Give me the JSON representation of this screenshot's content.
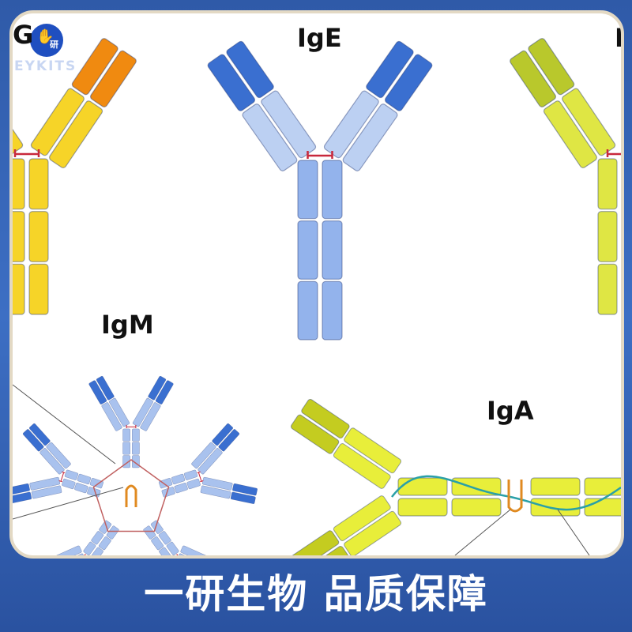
{
  "labels": {
    "igg_partial": "G",
    "ige": "IgE",
    "igm": "IgM",
    "iga": "IgA",
    "right_partial": "I"
  },
  "logo": {
    "chinese": "研",
    "latin": "EYKITS"
  },
  "footer": {
    "slogan": "一研生物 品质保障"
  },
  "colors": {
    "background": "#2f5aa8",
    "panel_border": "#e3d9c4",
    "ige_variable": "#3a6fd0",
    "ige_constant": "#bcd0f2",
    "ige_stem": "#93b3ec",
    "igg_variable": "#f08a10",
    "igg_constant": "#f6d428",
    "igx_variable": "#b9c82c",
    "igx_constant": "#dfe644",
    "igm_variable": "#3a6fd0",
    "igm_constant": "#a9c2ee",
    "iga_variable": "#c4cc20",
    "iga_constant": "#e8ee3a",
    "disulfide": "#c8283c"
  }
}
